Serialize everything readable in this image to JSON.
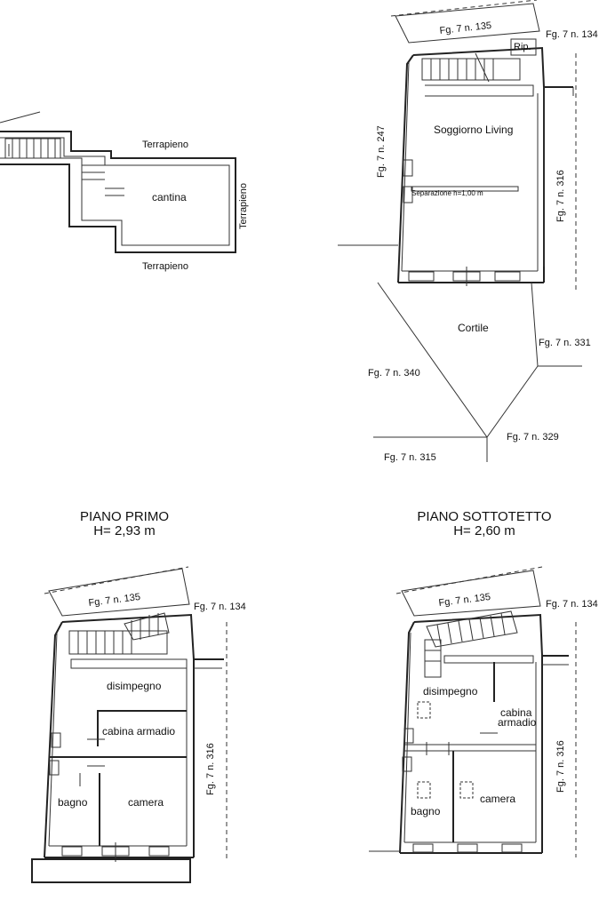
{
  "basement": {
    "room": "cantina",
    "terrapieno_top": "Terrapieno",
    "terrapieno_right": "Terrapieno",
    "terrapieno_bottom": "Terrapieno"
  },
  "ground_floor": {
    "living": "Soggiorno Living",
    "rip": "Rip.",
    "separazione": "Separazione h=1,00 m",
    "cortile": "Cortile",
    "parcels": {
      "n135": "Fg. 7 n. 135",
      "n134": "Fg. 7 n. 134",
      "n247": "Fg. 7 n. 247",
      "n316": "Fg. 7 n. 316",
      "n331": "Fg. 7 n. 331",
      "n340": "Fg. 7 n. 340",
      "n329": "Fg. 7 n. 329",
      "n315": "Fg. 7 n. 315"
    }
  },
  "first_floor": {
    "title_line1": "PIANO PRIMO",
    "title_line2": "H= 2,93 m",
    "disimpegno": "disimpegno",
    "cabina": "cabina armadio",
    "bagno": "bagno",
    "camera": "camera",
    "n135": "Fg. 7 n. 135",
    "n134": "Fg. 7 n. 134",
    "n316": "Fg. 7 n. 316"
  },
  "attic_floor": {
    "title_line1": "PIANO SOTTOTETTO",
    "title_line2": "H= 2,60 m",
    "disimpegno": "disimpegno",
    "cabina_1": "cabina",
    "cabina_2": "armadio",
    "bagno": "bagno",
    "camera": "camera",
    "n135": "Fg. 7 n. 135",
    "n134": "Fg. 7 n. 134",
    "n316": "Fg. 7 n. 316"
  }
}
